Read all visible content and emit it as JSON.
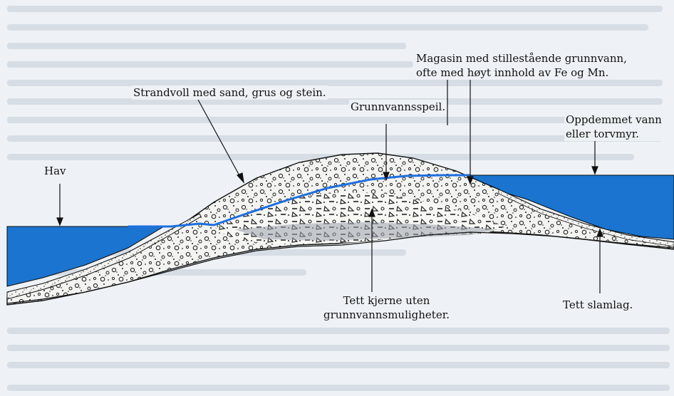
{
  "labels": {
    "magasin": "Magasin med stillestående grunnvann, ofte med høyt innhold av Fe og Mn.",
    "magasin_line1": "Magasin med stillestående grunnvann,",
    "magasin_line2": "ofte med høyt innhold av Fe og Mn.",
    "strandvoll": "Strandvoll med sand, grus og stein.",
    "grunnvannsspeil": "Grunnvannsspeil.",
    "oppdemmet_line1": "Oppdemmet vann",
    "oppdemmet_line2": "eller torvmyr.",
    "hav": "Hav",
    "kjerne_line1": "Tett kjerne uten",
    "kjerne_line2": "grunnvannsmuligheter.",
    "slamlag": "Tett slamlag."
  },
  "colors": {
    "water": "#1b74cf",
    "groundwater_line": "#1e6fe0",
    "background": "#eef2f6",
    "gravel_fill": "#f3f4f1"
  }
}
